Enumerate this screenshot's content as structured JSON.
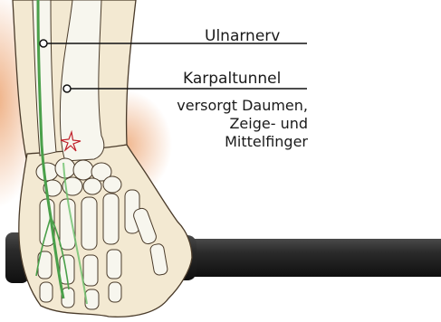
{
  "labels": {
    "ulnar": "Ulnarnerv",
    "carpal": "Karpaltunnel",
    "description": [
      "versorgt Daumen,",
      "Zeige- und",
      "Mittelfinger"
    ]
  },
  "colors": {
    "skin": "#f3e9d2",
    "skin_outline": "#4a3b2a",
    "bone": "#f7f6ee",
    "nerve": "#4aa04a",
    "glow": "#e8a06a",
    "pain_mark": "#c0202a",
    "handle": "#2a2a2a"
  },
  "icons": [
    "wrist-bone-illustration",
    "pain-star-icon",
    "bar-handle"
  ]
}
